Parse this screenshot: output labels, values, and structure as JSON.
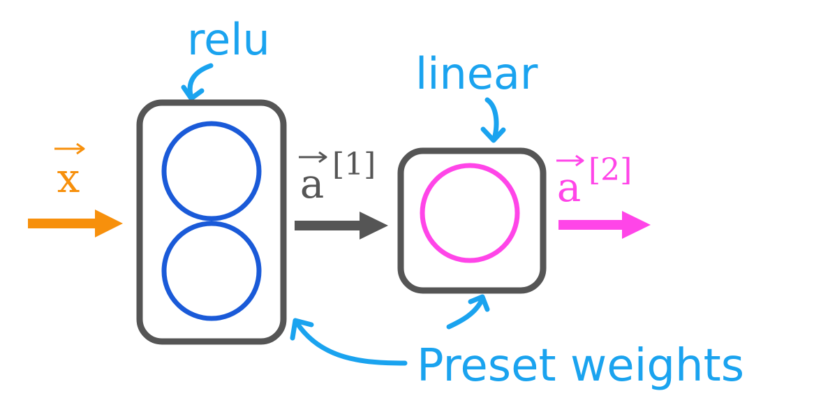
{
  "labels": {
    "input_vector": "x",
    "layer1_activation_name": "relu",
    "layer2_activation_name": "linear",
    "layer1_output": "a",
    "layer1_output_superscript": "[1]",
    "layer2_output": "a",
    "layer2_output_superscript": "[2]",
    "weights_note": "Preset weights"
  },
  "colors": {
    "input": "#f7900c",
    "box_border": "#555555",
    "layer1_neurons": "#1a5ad8",
    "layer2_neuron": "#ff45e8",
    "annotation": "#1aa3ef",
    "hidden_arrow": "#555555",
    "output": "#ff45e8"
  }
}
